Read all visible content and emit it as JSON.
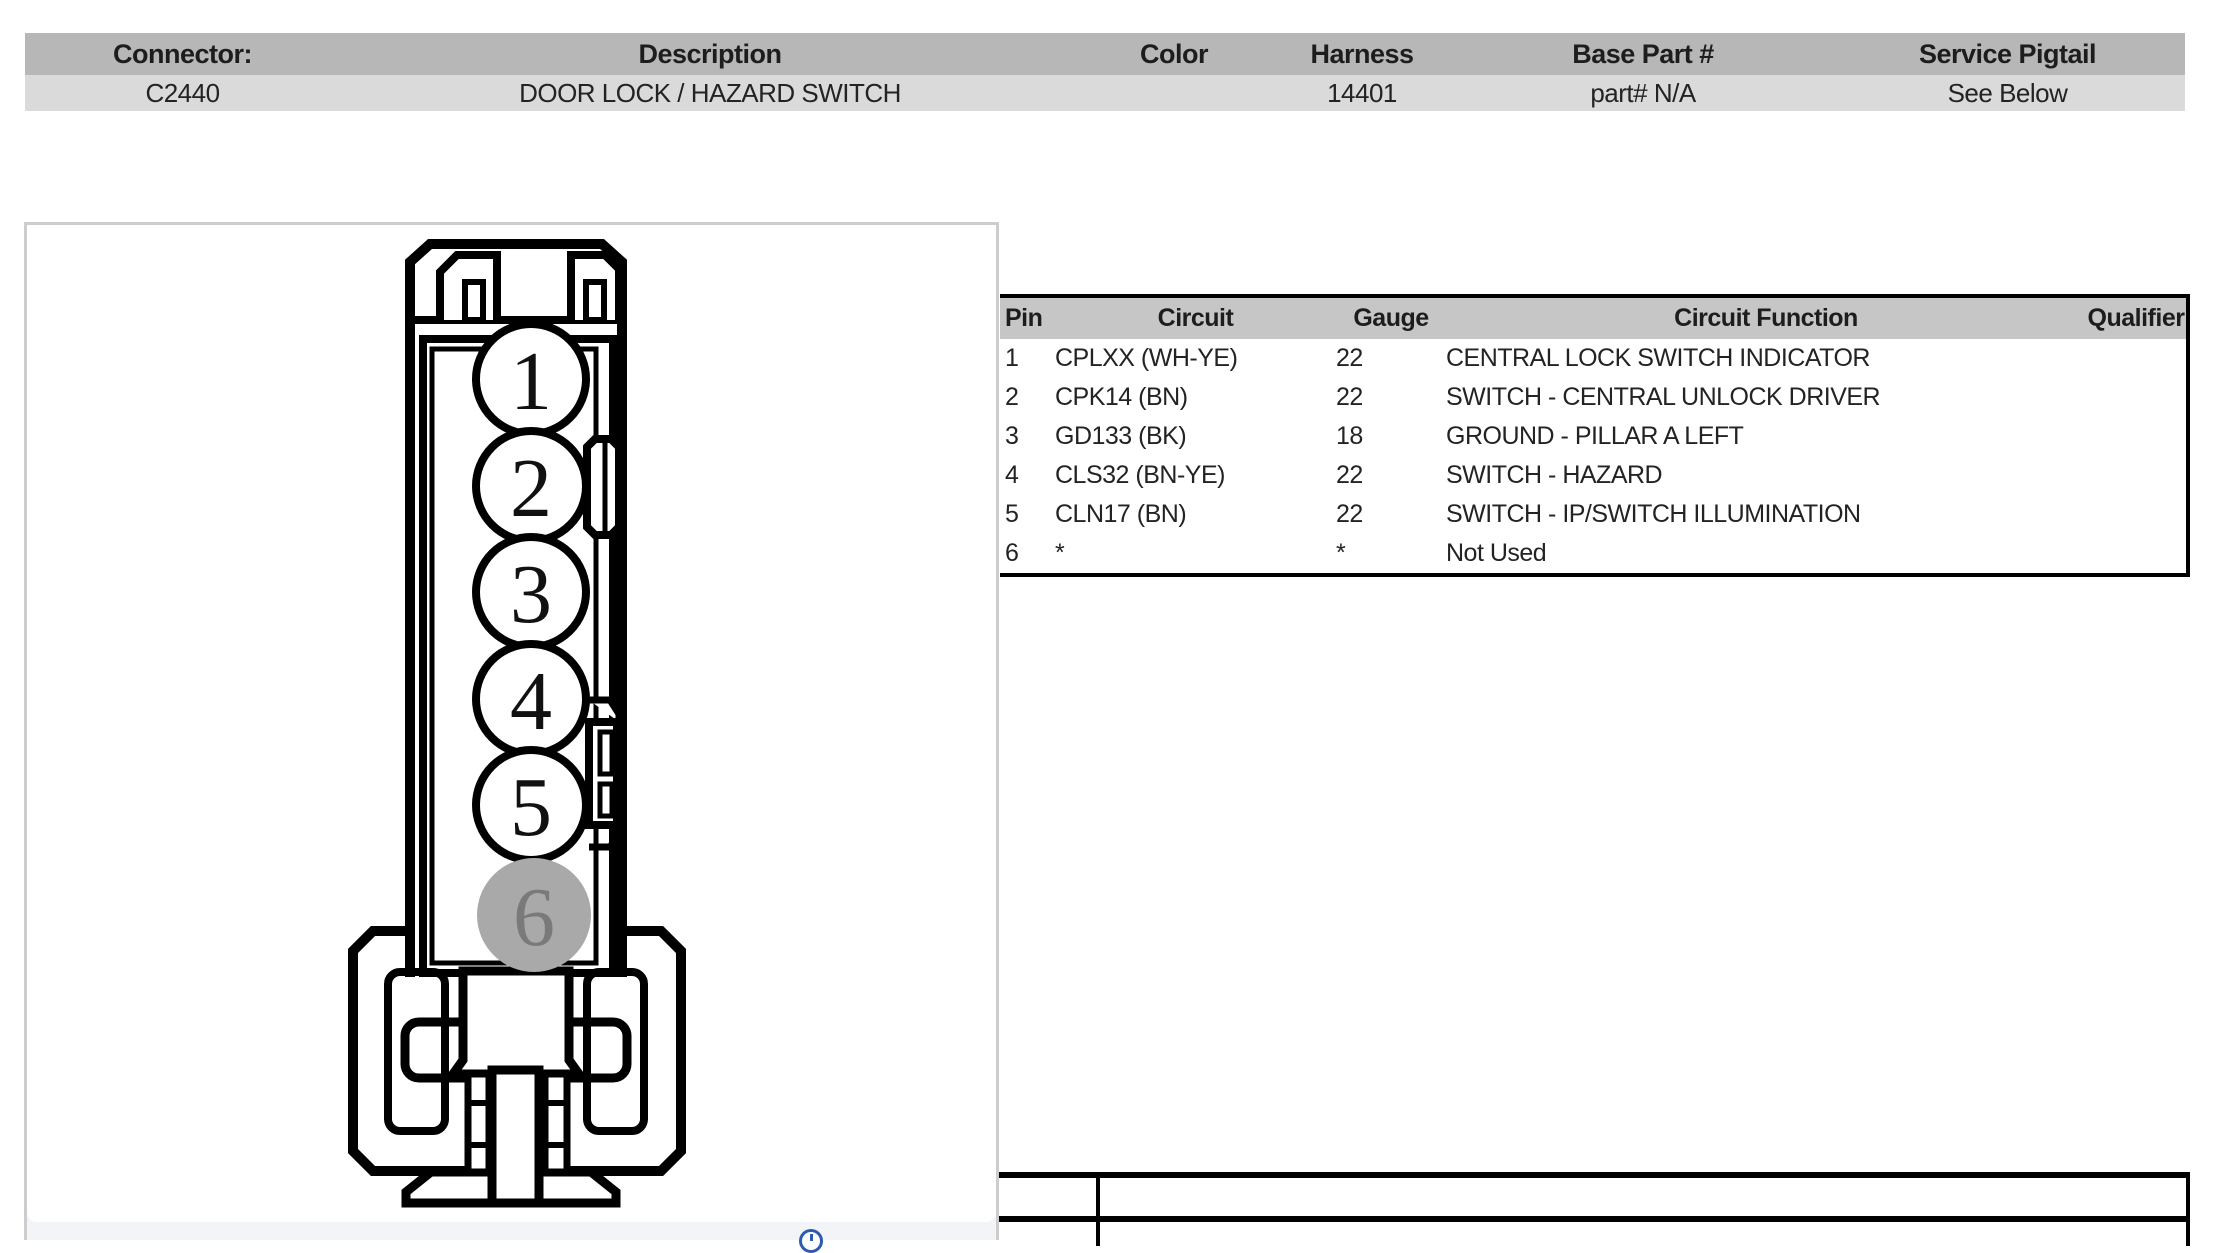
{
  "connector_header": {
    "columns": {
      "connector": "Connector:",
      "description": "Description",
      "color": "Color",
      "harness": "Harness",
      "base_part": "Base Part #",
      "service_pigtail": "Service Pigtail"
    },
    "values": {
      "connector": "C2440",
      "description": "DOOR LOCK / HAZARD SWITCH",
      "color": "",
      "harness": "14401",
      "base_part": "part# N/A",
      "service_pigtail": "See Below"
    }
  },
  "pin_table": {
    "headers": {
      "pin": "Pin",
      "circuit": "Circuit",
      "gauge": "Gauge",
      "function": "Circuit Function",
      "qualifier": "Qualifier"
    },
    "rows": [
      {
        "pin": "1",
        "circuit": "CPLXX (WH-YE)",
        "gauge": "22",
        "function": "CENTRAL LOCK SWITCH INDICATOR",
        "qualifier": ""
      },
      {
        "pin": "2",
        "circuit": "CPK14 (BN)",
        "gauge": "22",
        "function": "SWITCH - CENTRAL UNLOCK DRIVER",
        "qualifier": ""
      },
      {
        "pin": "3",
        "circuit": "GD133 (BK)",
        "gauge": "18",
        "function": "GROUND - PILLAR A LEFT",
        "qualifier": ""
      },
      {
        "pin": "4",
        "circuit": "CLS32 (BN-YE)",
        "gauge": "22",
        "function": "SWITCH - HAZARD",
        "qualifier": ""
      },
      {
        "pin": "5",
        "circuit": "CLN17 (BN)",
        "gauge": "22",
        "function": "SWITCH - IP/SWITCH ILLUMINATION",
        "qualifier": ""
      },
      {
        "pin": "6",
        "circuit": "*",
        "gauge": "*",
        "function": "Not Used",
        "qualifier": ""
      }
    ]
  },
  "connector_view": {
    "pin_labels": [
      "1",
      "2",
      "3",
      "4",
      "5",
      "6"
    ],
    "unused_pin": "6"
  },
  "colors": {
    "header_bg": "#b7b7b7",
    "header_value_bg": "#dadada",
    "pin_header_bg": "#c6c6c6",
    "line": "#000000",
    "unused_pin_fill": "#a9a9a9",
    "unused_pin_text": "#7a7a7a",
    "viewer_border": "#cdcdcd",
    "viewer_footer_bg": "#f2f4f7",
    "footer_icon_blue": "#2d5cae"
  }
}
